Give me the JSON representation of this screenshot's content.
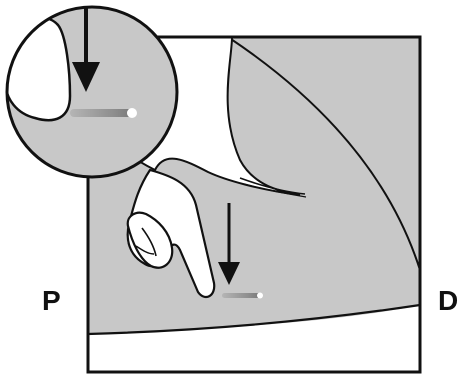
{
  "labels": {
    "proximal": "P",
    "distal": "D"
  },
  "colors": {
    "skin": "#c8c8c8",
    "hand": "#ffffff",
    "outline": "#111111",
    "implant": "#9a9a9a"
  },
  "icons": {
    "arrow": "down-arrow",
    "implant": "implant-rod"
  }
}
